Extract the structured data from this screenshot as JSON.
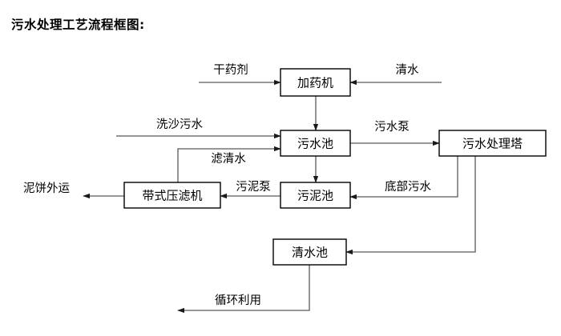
{
  "document": {
    "title": "污水处理工艺流程框图:"
  },
  "diagram": {
    "type": "process-flow-block-diagram",
    "nodes": [
      {
        "id": "dosing-machine",
        "label": "加药机"
      },
      {
        "id": "wastewater-pool",
        "label": "污水池"
      },
      {
        "id": "treatment-tower",
        "label": "污水处理塔"
      },
      {
        "id": "belt-filter-press",
        "label": "带式压滤机"
      },
      {
        "id": "sludge-pool",
        "label": "污泥池"
      },
      {
        "id": "clean-water-pool",
        "label": "清水池"
      }
    ],
    "edge_labels": [
      {
        "id": "dry-agent",
        "label": "干药剂",
        "from": "external",
        "to": "dosing-machine"
      },
      {
        "id": "clean-water-in",
        "label": "清水",
        "from": "external",
        "to": "dosing-machine"
      },
      {
        "id": "sand-wash-sewage",
        "label": "洗沙污水",
        "from": "external",
        "to": "wastewater-pool"
      },
      {
        "id": "filtrate",
        "label": "滤清水",
        "from": "belt-filter-press",
        "to": "wastewater-pool"
      },
      {
        "id": "sewage-pump",
        "label": "污水泵",
        "from": "wastewater-pool",
        "to": "treatment-tower"
      },
      {
        "id": "sludge-pump",
        "label": "污泥泵",
        "from": "sludge-pool",
        "to": "belt-filter-press"
      },
      {
        "id": "bottom-sewage",
        "label": "底部污水",
        "from": "treatment-tower",
        "to": "sludge-pool"
      },
      {
        "id": "mud-cake-out",
        "label": "泥饼外运",
        "from": "belt-filter-press",
        "to": "external"
      },
      {
        "id": "recycle-use",
        "label": "循环利用",
        "from": "clean-water-pool",
        "to": "external"
      }
    ],
    "colors": {
      "background": "#ffffff",
      "box_stroke": "#000000",
      "line_stroke": "#555a5e",
      "text": "#000000"
    }
  }
}
